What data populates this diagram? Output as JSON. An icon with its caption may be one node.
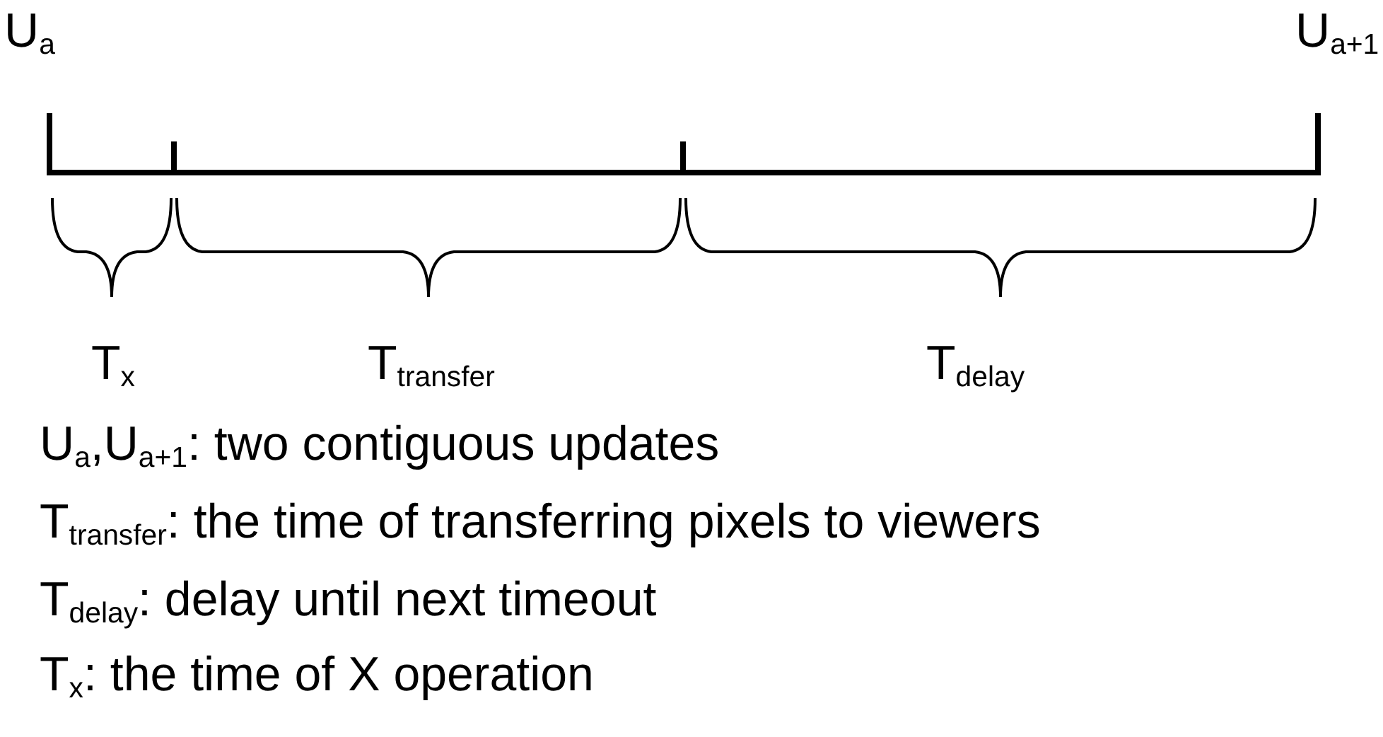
{
  "diagram": {
    "labels": [
      "U$_{a}$",
      "U$_{a+1}$",
      "T$_{x}$",
      "T$_{transfer}$",
      "T$_{delay}$",
      "U$_{a}$,U$_{a+1}$: two contiguous updates",
      "T$_{transfer}$: the time of transferring pixels to viewers",
      "T$_{delay}$: delay until next timeout",
      "T$_{x}$: the time of X operation"
    ]
  }
}
